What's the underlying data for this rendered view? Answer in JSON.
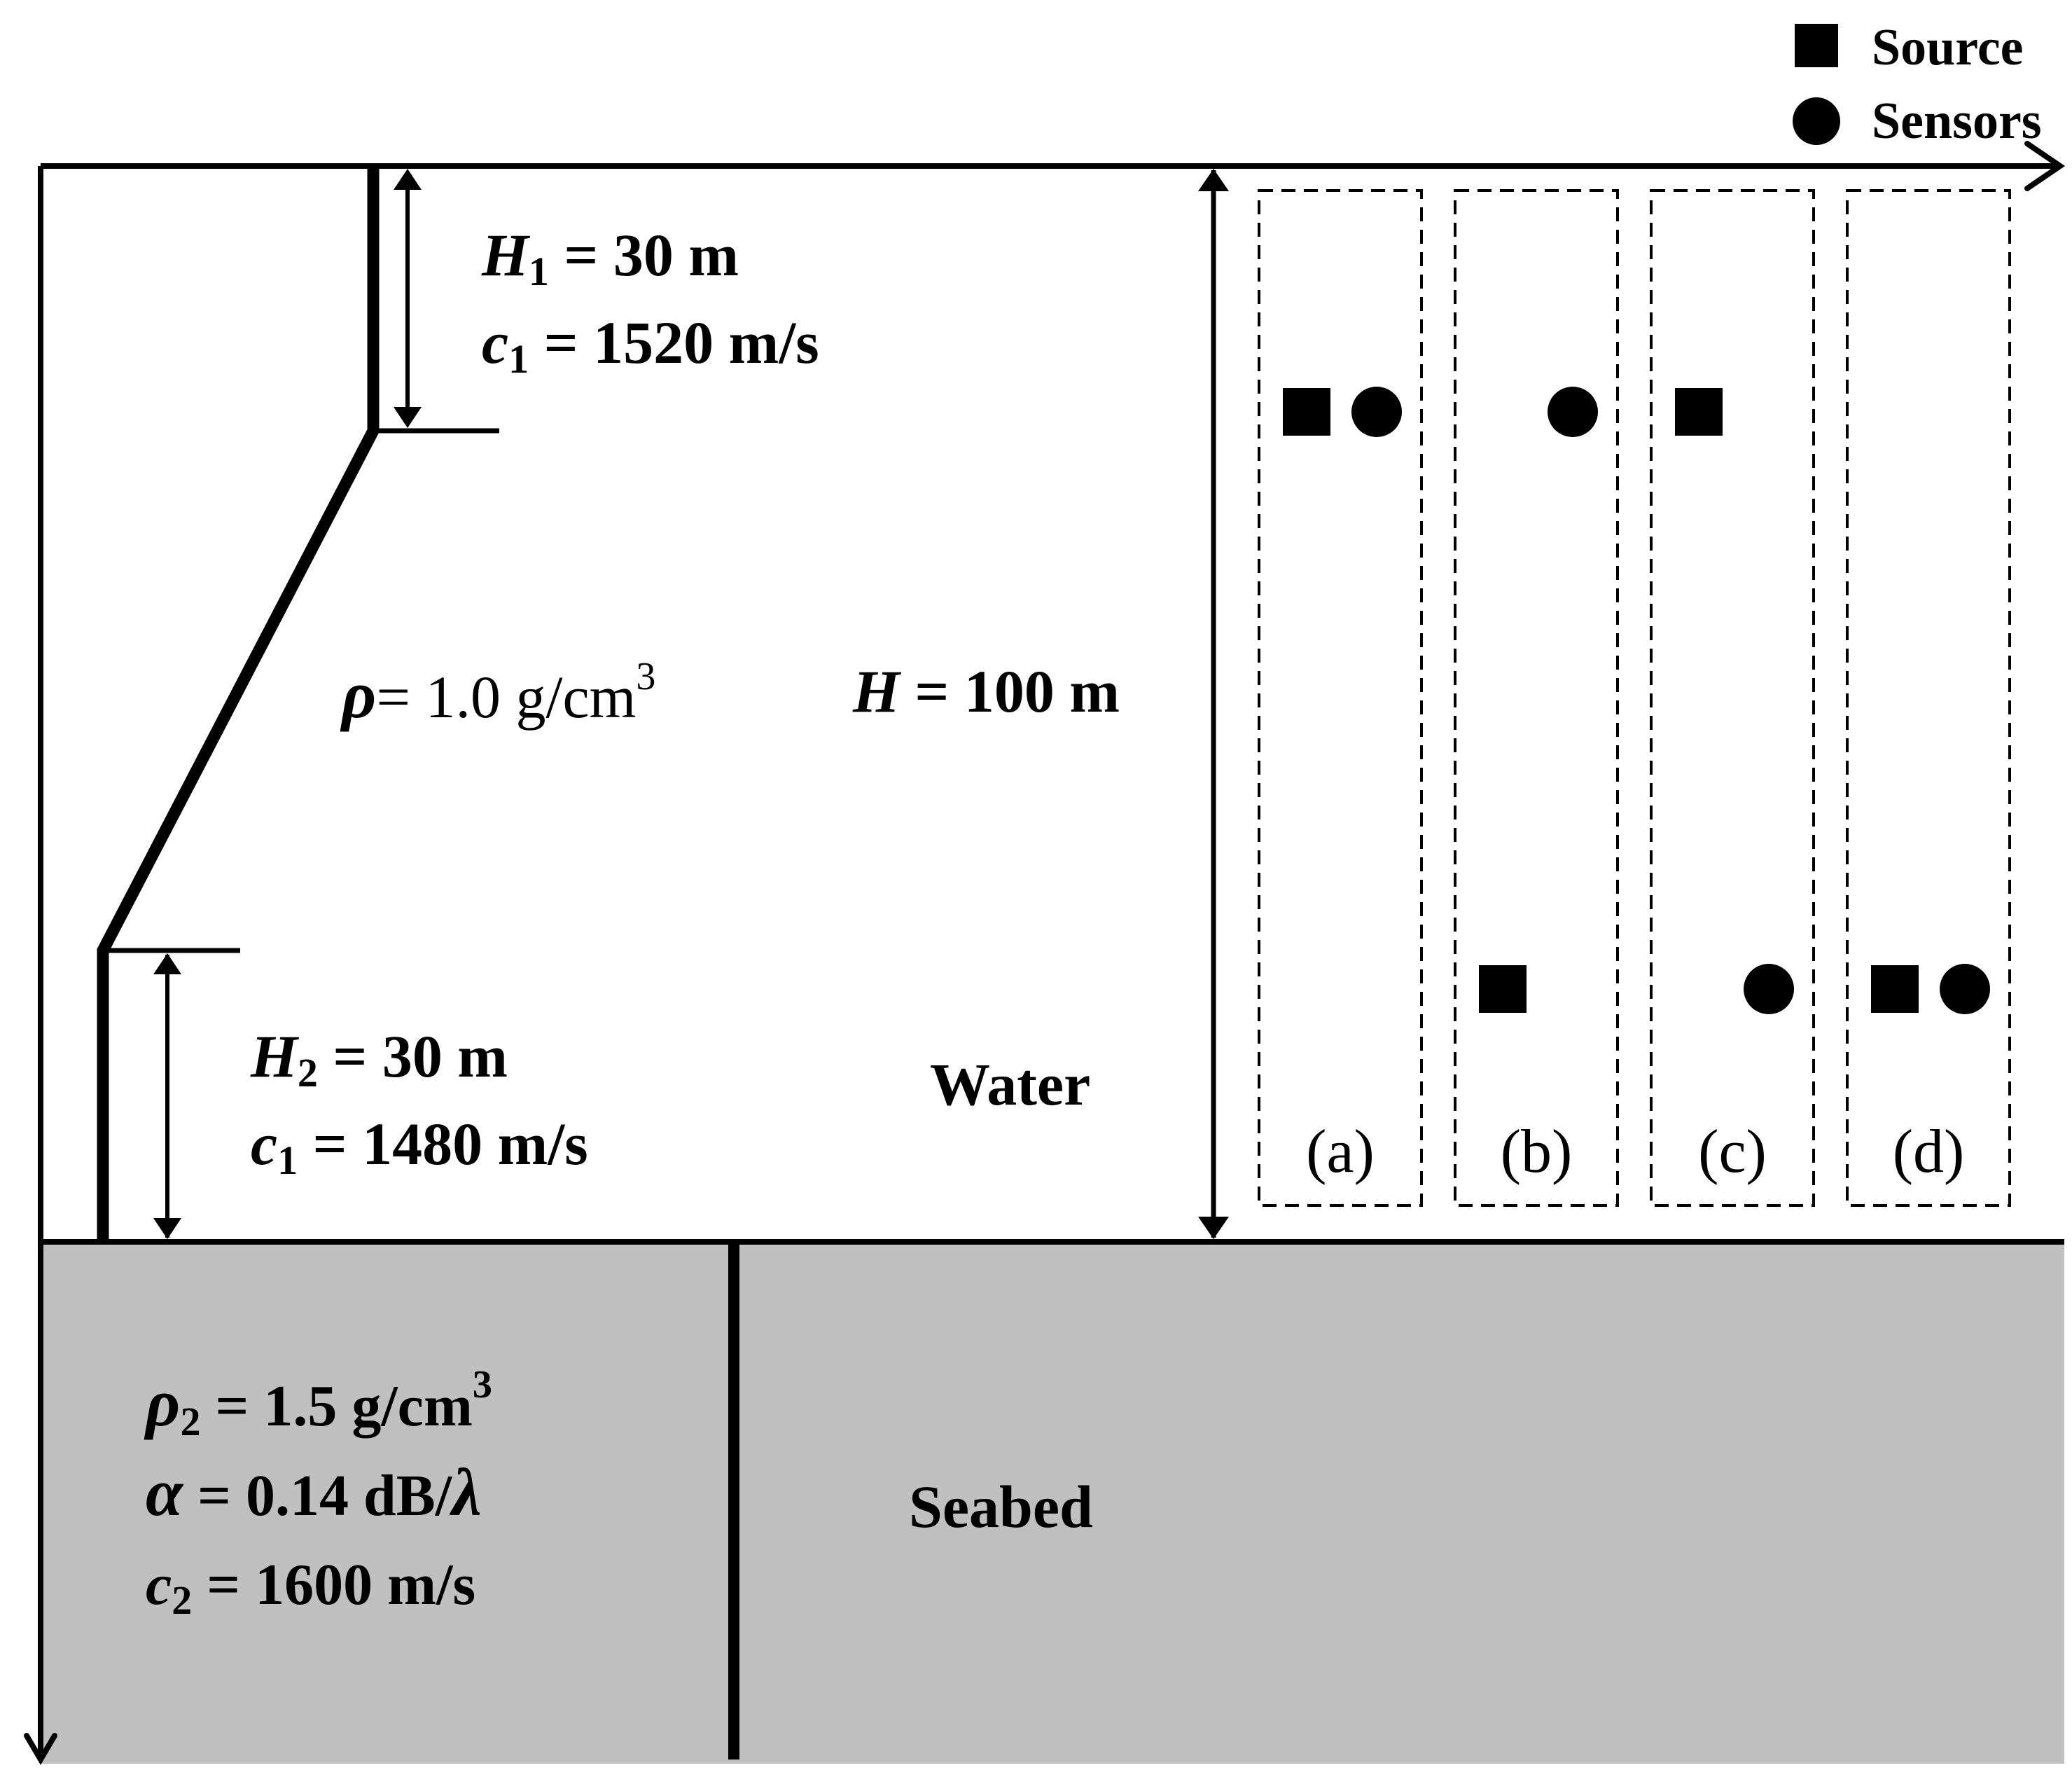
{
  "legend": {
    "source_label": "Source",
    "sensors_label": "Sensors"
  },
  "layer_top": {
    "h_symbol": "H",
    "h_sub": "1",
    "h_value": " = 30 m",
    "c_symbol": "c",
    "c_sub": "1",
    "c_value": " = 1520 m/s"
  },
  "layer_bottom": {
    "h_symbol": "H",
    "h_sub": "2",
    "h_value": " = 30 m",
    "c_symbol": "c",
    "c_sub": "1",
    "c_value": " = 1480 m/s"
  },
  "water": {
    "density_symbol": "ρ",
    "density_value": "= 1.0 g/cm",
    "density_exp": "3",
    "depth_symbol": "H",
    "depth_value": " = 100 m",
    "label": "Water"
  },
  "seabed": {
    "density_symbol": "ρ",
    "density_sub": "2",
    "density_value": " = 1.5 g/cm",
    "density_exp": "3",
    "attenuation_symbol": "α",
    "attenuation_value": "  =  0.14 dB/",
    "attenuation_unit": "λ",
    "c_symbol": "c",
    "c_sub": "2",
    "c_value": " = 1600 m/s",
    "label": "Seabed"
  },
  "cases": [
    {
      "label": "(a)",
      "source": "top",
      "sensor": "top"
    },
    {
      "label": "(b)",
      "source": "bottom",
      "sensor": "top"
    },
    {
      "label": "(c)",
      "source": "top",
      "sensor": "bottom"
    },
    {
      "label": "(d)",
      "source": "bottom",
      "sensor": "bottom"
    }
  ]
}
